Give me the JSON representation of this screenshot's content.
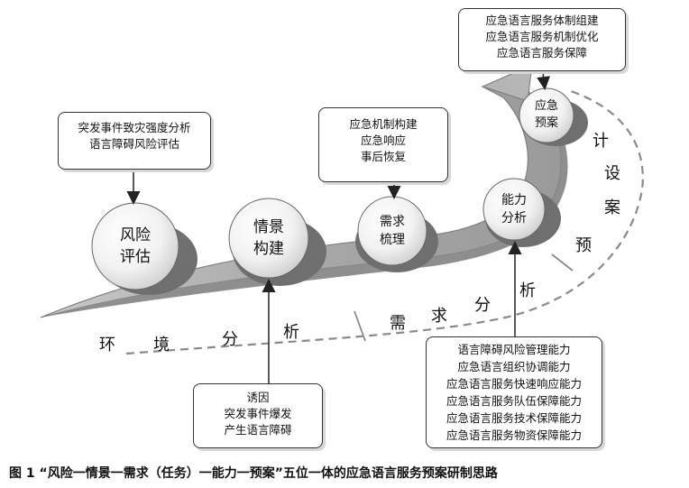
{
  "nodes": [
    {
      "id": "risk",
      "lines": [
        "风险",
        "评估"
      ]
    },
    {
      "id": "scenario",
      "lines": [
        "情景",
        "构建"
      ]
    },
    {
      "id": "demand",
      "lines": [
        "需求",
        "梳理"
      ]
    },
    {
      "id": "capability",
      "lines": [
        "能力",
        "分析"
      ]
    },
    {
      "id": "plan",
      "lines": [
        "应急",
        "预案"
      ]
    }
  ],
  "callouts": {
    "risk": [
      "突发事件致灾强度分析",
      "语言障碍风险评估"
    ],
    "mechanism": [
      "应急机制构建",
      "应急响应",
      "事后恢复"
    ],
    "system": [
      "应急语言服务体制组建",
      "应急语言服务机制优化",
      "应急语言服务保障"
    ],
    "cause": [
      "诱因",
      "突发事件爆发",
      "产生语言障碍"
    ],
    "capability": [
      "语言障碍风险管理能力",
      "应急语言组织协调能力",
      "应急语言服务快速响应能力",
      "应急语言服务队伍保障能力",
      "应急语言服务技术保障能力",
      "应急语言服务物资保障能力"
    ]
  },
  "phases": {
    "environment": [
      "环",
      "境",
      "分",
      "析"
    ],
    "demand": [
      "需",
      "求",
      "分",
      "析"
    ],
    "plan": [
      "计",
      "设",
      "案",
      "预"
    ]
  },
  "caption": "图 1 “风险一情景一需求（任务）一能力一预案”五位一体的应急语言服务预案研制思路",
  "colors": {
    "band": "#a9a9a9",
    "band_dark": "#8c8c8c",
    "sphere_shadow": "#7a7a7a",
    "dash": "#8a8a8a",
    "stroke": "#333333"
  }
}
